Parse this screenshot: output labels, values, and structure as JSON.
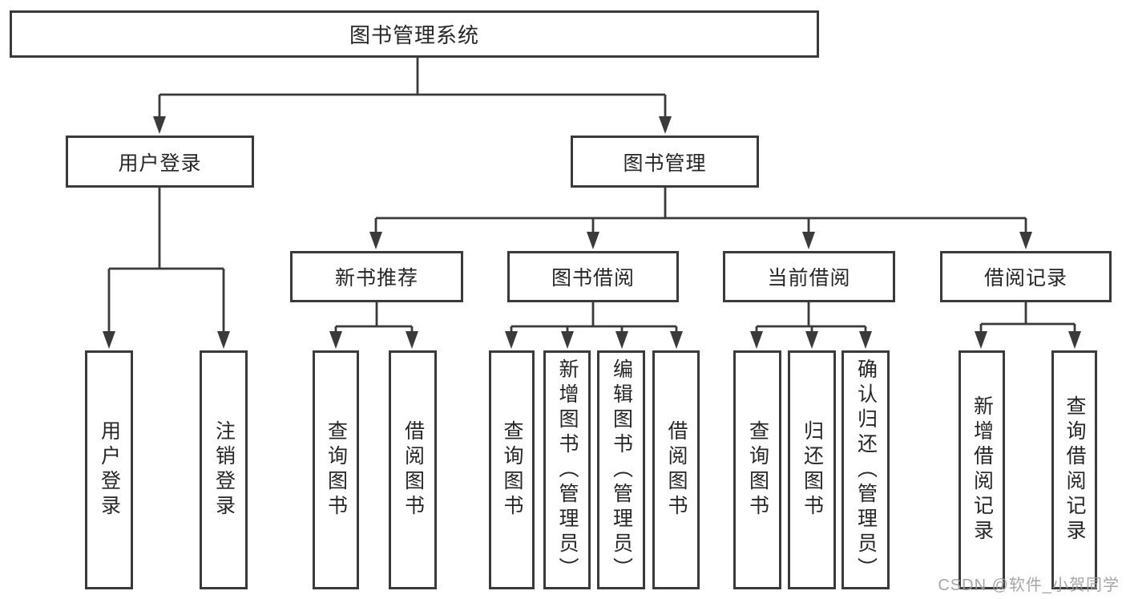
{
  "diagram": {
    "title": "图书管理系统",
    "nodes": {
      "root": {
        "label": "图书管理系统"
      },
      "user_login": {
        "label": "用户登录"
      },
      "book_mgmt": {
        "label": "图书管理"
      },
      "new_book_rec": {
        "label": "新书推荐"
      },
      "book_borrow": {
        "label": "图书借阅"
      },
      "current_borrow": {
        "label": "当前借阅"
      },
      "borrow_records": {
        "label": "借阅记录"
      },
      "leaves": [
        {
          "parent": "用户登录",
          "label": "用户登录"
        },
        {
          "parent": "用户登录",
          "label": "注销登录"
        },
        {
          "parent": "新书推荐",
          "label": "查询图书"
        },
        {
          "parent": "新书推荐",
          "label": "借阅图书"
        },
        {
          "parent": "图书借阅",
          "label": "查询图书"
        },
        {
          "parent": "图书借阅",
          "label": "新增图书（管理员）"
        },
        {
          "parent": "图书借阅",
          "label": "编辑图书（管理员）"
        },
        {
          "parent": "图书借阅",
          "label": "借阅图书"
        },
        {
          "parent": "当前借阅",
          "label": "查询图书"
        },
        {
          "parent": "当前借阅",
          "label": "归还图书"
        },
        {
          "parent": "当前借阅",
          "label": "确认归还（管理员）"
        },
        {
          "parent": "借阅记录",
          "label": "新增借阅记录"
        },
        {
          "parent": "借阅记录",
          "label": "查询借阅记录"
        }
      ]
    },
    "colors": {
      "line": "#3a3a3a",
      "border": "#3a3a3a",
      "text": "#262626",
      "background": "#ffffff",
      "watermark": "#9e9e9e"
    },
    "watermark": "CSDN @软件_小贺同学"
  }
}
